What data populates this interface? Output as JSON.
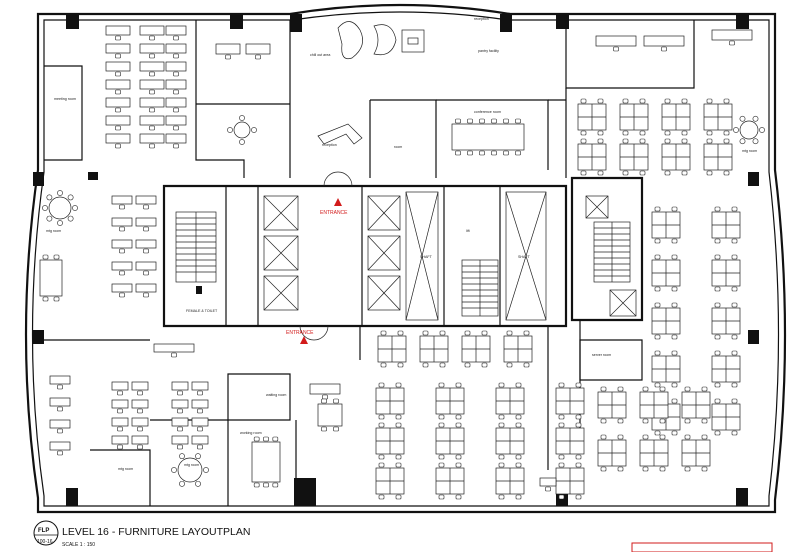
{
  "title": "LEVEL 16 - FURNITURE LAYOUTPLAN",
  "drawing_tag": "FLP",
  "drawing_number": "100-16",
  "scale": "SCALE 1 : 150",
  "labels": {
    "entrance_main": "ENTRANCE",
    "entrance_lower": "ENTRANCE",
    "meeting_room": "meeting room",
    "mtg_room_left": "mtg room",
    "reception": "reception",
    "conference_room": "conference room",
    "chill_out_area": "chill out area",
    "pantry_facility": "pantry facility",
    "reception_top": "reception",
    "room": "room",
    "lift": "lift",
    "shaft_1": "SHAFT",
    "shaft_2": "SHAFT",
    "female_toilet": "FEMALE & TOILET",
    "server_room": "server room",
    "waiting_room": "waiting room",
    "working_room": "working room",
    "mtg_room_bottom": "mtg room",
    "mtg_room_bottom2": "mtg room",
    "mtg_room_right": "mtg room"
  },
  "colors": {
    "accent": "#d21b1b",
    "ink": "#111111"
  }
}
